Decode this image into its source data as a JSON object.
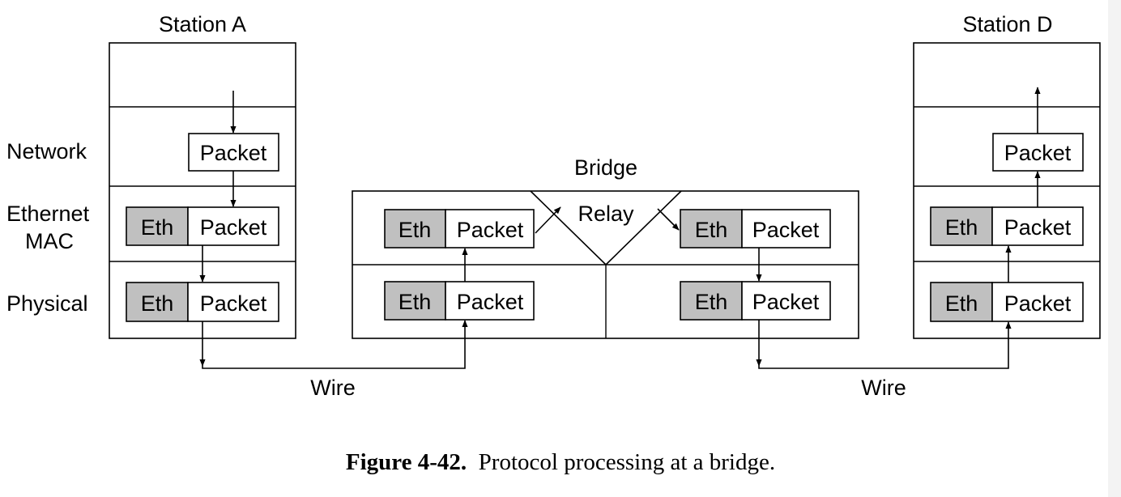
{
  "stations": {
    "a": {
      "title": "Station A"
    },
    "d": {
      "title": "Station D"
    }
  },
  "layers": {
    "network": "Network",
    "ethernet_line1": "Ethernet",
    "ethernet_line2": "MAC",
    "physical": "Physical"
  },
  "bridge": {
    "title": "Bridge",
    "relay": "Relay"
  },
  "frame": {
    "eth": "Eth",
    "packet": "Packet"
  },
  "wire": "Wire",
  "caption": {
    "number": "Figure 4-42.",
    "text": "Protocol processing at a bridge."
  }
}
